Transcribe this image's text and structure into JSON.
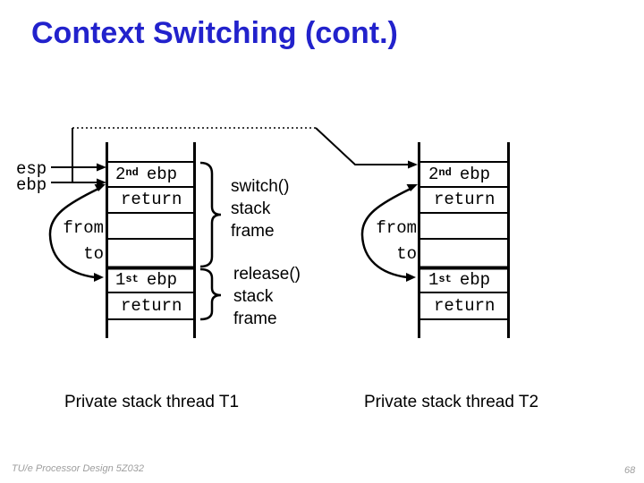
{
  "title": "Context Switching (cont.)",
  "colors": {
    "title_blue": "#2222cc",
    "line_black": "#000000",
    "footer_gray": "#9e9e9e",
    "background": "#ffffff"
  },
  "stacks": {
    "left": {
      "registers": {
        "esp": "esp",
        "ebp": "ebp"
      },
      "pointers": {
        "from": "from",
        "to": "to"
      },
      "cells": [
        {
          "base": "2",
          "sup": "nd",
          "rest": "ebp"
        },
        {
          "text": "return"
        },
        {
          "text": ""
        },
        {
          "text": ""
        },
        {
          "base": "1",
          "sup": "st",
          "rest": "ebp"
        },
        {
          "text": "return"
        }
      ],
      "caption": "Private stack thread T1"
    },
    "right": {
      "pointers": {
        "from": "from",
        "to": "to"
      },
      "cells": [
        {
          "base": "2",
          "sup": "nd",
          "rest": "ebp"
        },
        {
          "text": "return"
        },
        {
          "text": ""
        },
        {
          "text": ""
        },
        {
          "base": "1",
          "sup": "st",
          "rest": "ebp"
        },
        {
          "text": "return"
        }
      ],
      "caption": "Private stack thread T2"
    }
  },
  "frames": {
    "switch": {
      "lines": [
        "switch()",
        "stack",
        "frame"
      ]
    },
    "release": {
      "lines": [
        "release()",
        "stack",
        "frame"
      ]
    }
  },
  "footer": {
    "course": "TU/e Processor Design 5Z032",
    "page_number": "68"
  }
}
